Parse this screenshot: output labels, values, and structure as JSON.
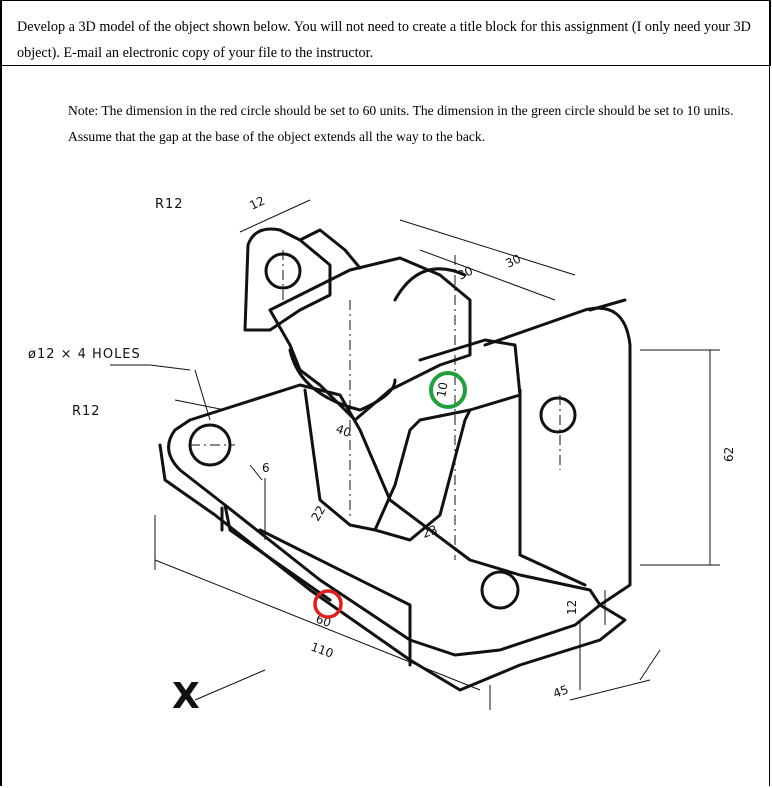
{
  "instructions": "Develop a 3D model of the object shown below. You will not need to create a title block for this assignment (I only need your 3D object). E-mail an electronic copy of your file to the instructor.",
  "note": "Note: The dimension in the red circle should be set to 60 units. The dimension in the green circle should be set to 10 units. Assume that the gap at the base of the object extends all the way to the back.",
  "drawing": {
    "labels": {
      "r12_top": "R12",
      "holes": "ø12 × 4 HOLES",
      "r12_left": "R12",
      "x_label": "X"
    },
    "dimensions": {
      "d12": "12",
      "d30a": "30",
      "d30b": "30",
      "d40": "40",
      "d6": "6",
      "d22": "22",
      "d23": "23",
      "d60": "60",
      "d110": "110",
      "d62": "62",
      "d12b": "12",
      "d45": "45",
      "d10": "10"
    },
    "highlight_colors": {
      "red": "#e01e1e",
      "green": "#1fa03a"
    }
  }
}
